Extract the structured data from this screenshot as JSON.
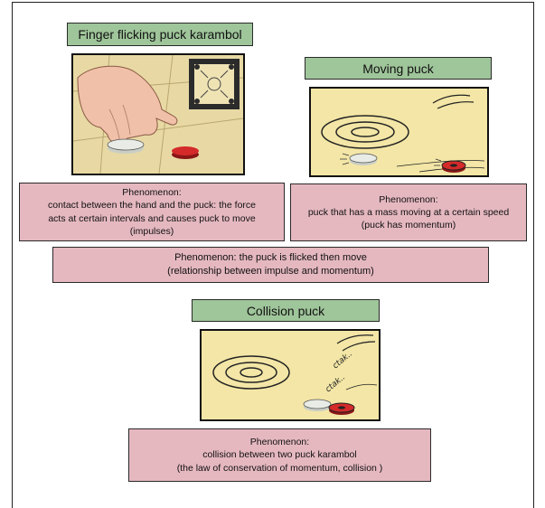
{
  "titles": {
    "finger": "Finger flicking puck karambol",
    "moving": "Moving puck",
    "collision": "Collision puck"
  },
  "boxes": {
    "finger": [
      "Phenomenon:",
      "contact between the hand and  the puck: the force",
      "acts at certain intervals and causes puck to move",
      "(impulses)"
    ],
    "moving": [
      "Phenomenon:",
      "puck that has a mass moving at a certain speed",
      "(puck has momentum)"
    ],
    "relation": [
      "Phenomenon: the puck is flicked then move",
      "(relationship between impulse and momentum)"
    ],
    "collision": [
      "Phenomenon:",
      "collision between two puck karambol",
      "(the law of conservation of  momentum, collision )"
    ]
  },
  "sound_effects": [
    "ctak..",
    "ctak.."
  ],
  "colors": {
    "title_fill": "#9fc59a",
    "box_fill": "#e5b8c0",
    "board_fill": "#f3e6a6",
    "puck_red": "#d42a2a",
    "puck_white": "#e9ece6"
  }
}
